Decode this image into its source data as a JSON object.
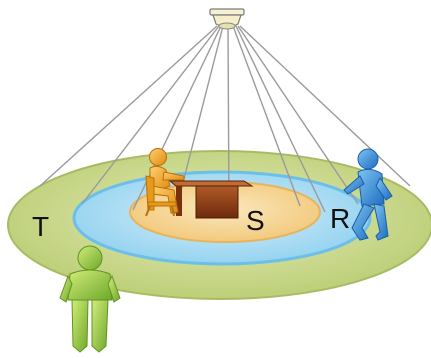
{
  "labels": {
    "outer_zone": "T",
    "inner_zone": "S",
    "middle_zone": "R"
  },
  "colors": {
    "outer_zone": "#c8d88a",
    "middle_zone": "#9ed8f2",
    "inner_zone": "#f3d18a",
    "beams": "#9a9a9a",
    "table": "#8a3a14",
    "seated_person": "#f0a020",
    "walking_person": "#2a8ad8",
    "standing_person": "#8cc43a",
    "sensor": "#f4efc8"
  },
  "icons": [
    "ceiling-sensor-icon",
    "seated-person-icon",
    "walking-person-icon",
    "standing-person-icon",
    "table-icon"
  ]
}
